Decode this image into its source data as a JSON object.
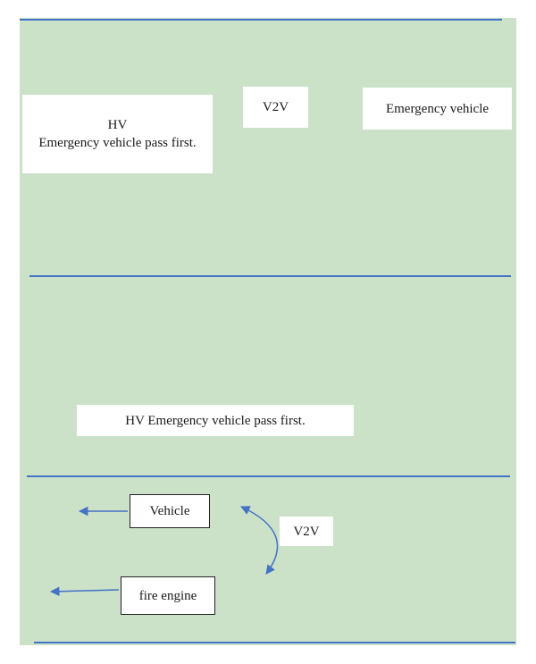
{
  "section1": {
    "hv_box": {
      "title": "HV",
      "message": "Emergency vehicle pass first."
    },
    "v2v_label": "V2V",
    "emergency_box": "Emergency vehicle"
  },
  "section2": {
    "banner": "HV Emergency vehicle pass first."
  },
  "section3": {
    "vehicle_box": "Vehicle",
    "v2v_label": "V2V",
    "fire_engine_box": "fire engine"
  },
  "colors": {
    "road": "#cbe2c9",
    "lane_line": "#4472c4",
    "arrow": "#4472c4",
    "box": "#ffffff"
  }
}
